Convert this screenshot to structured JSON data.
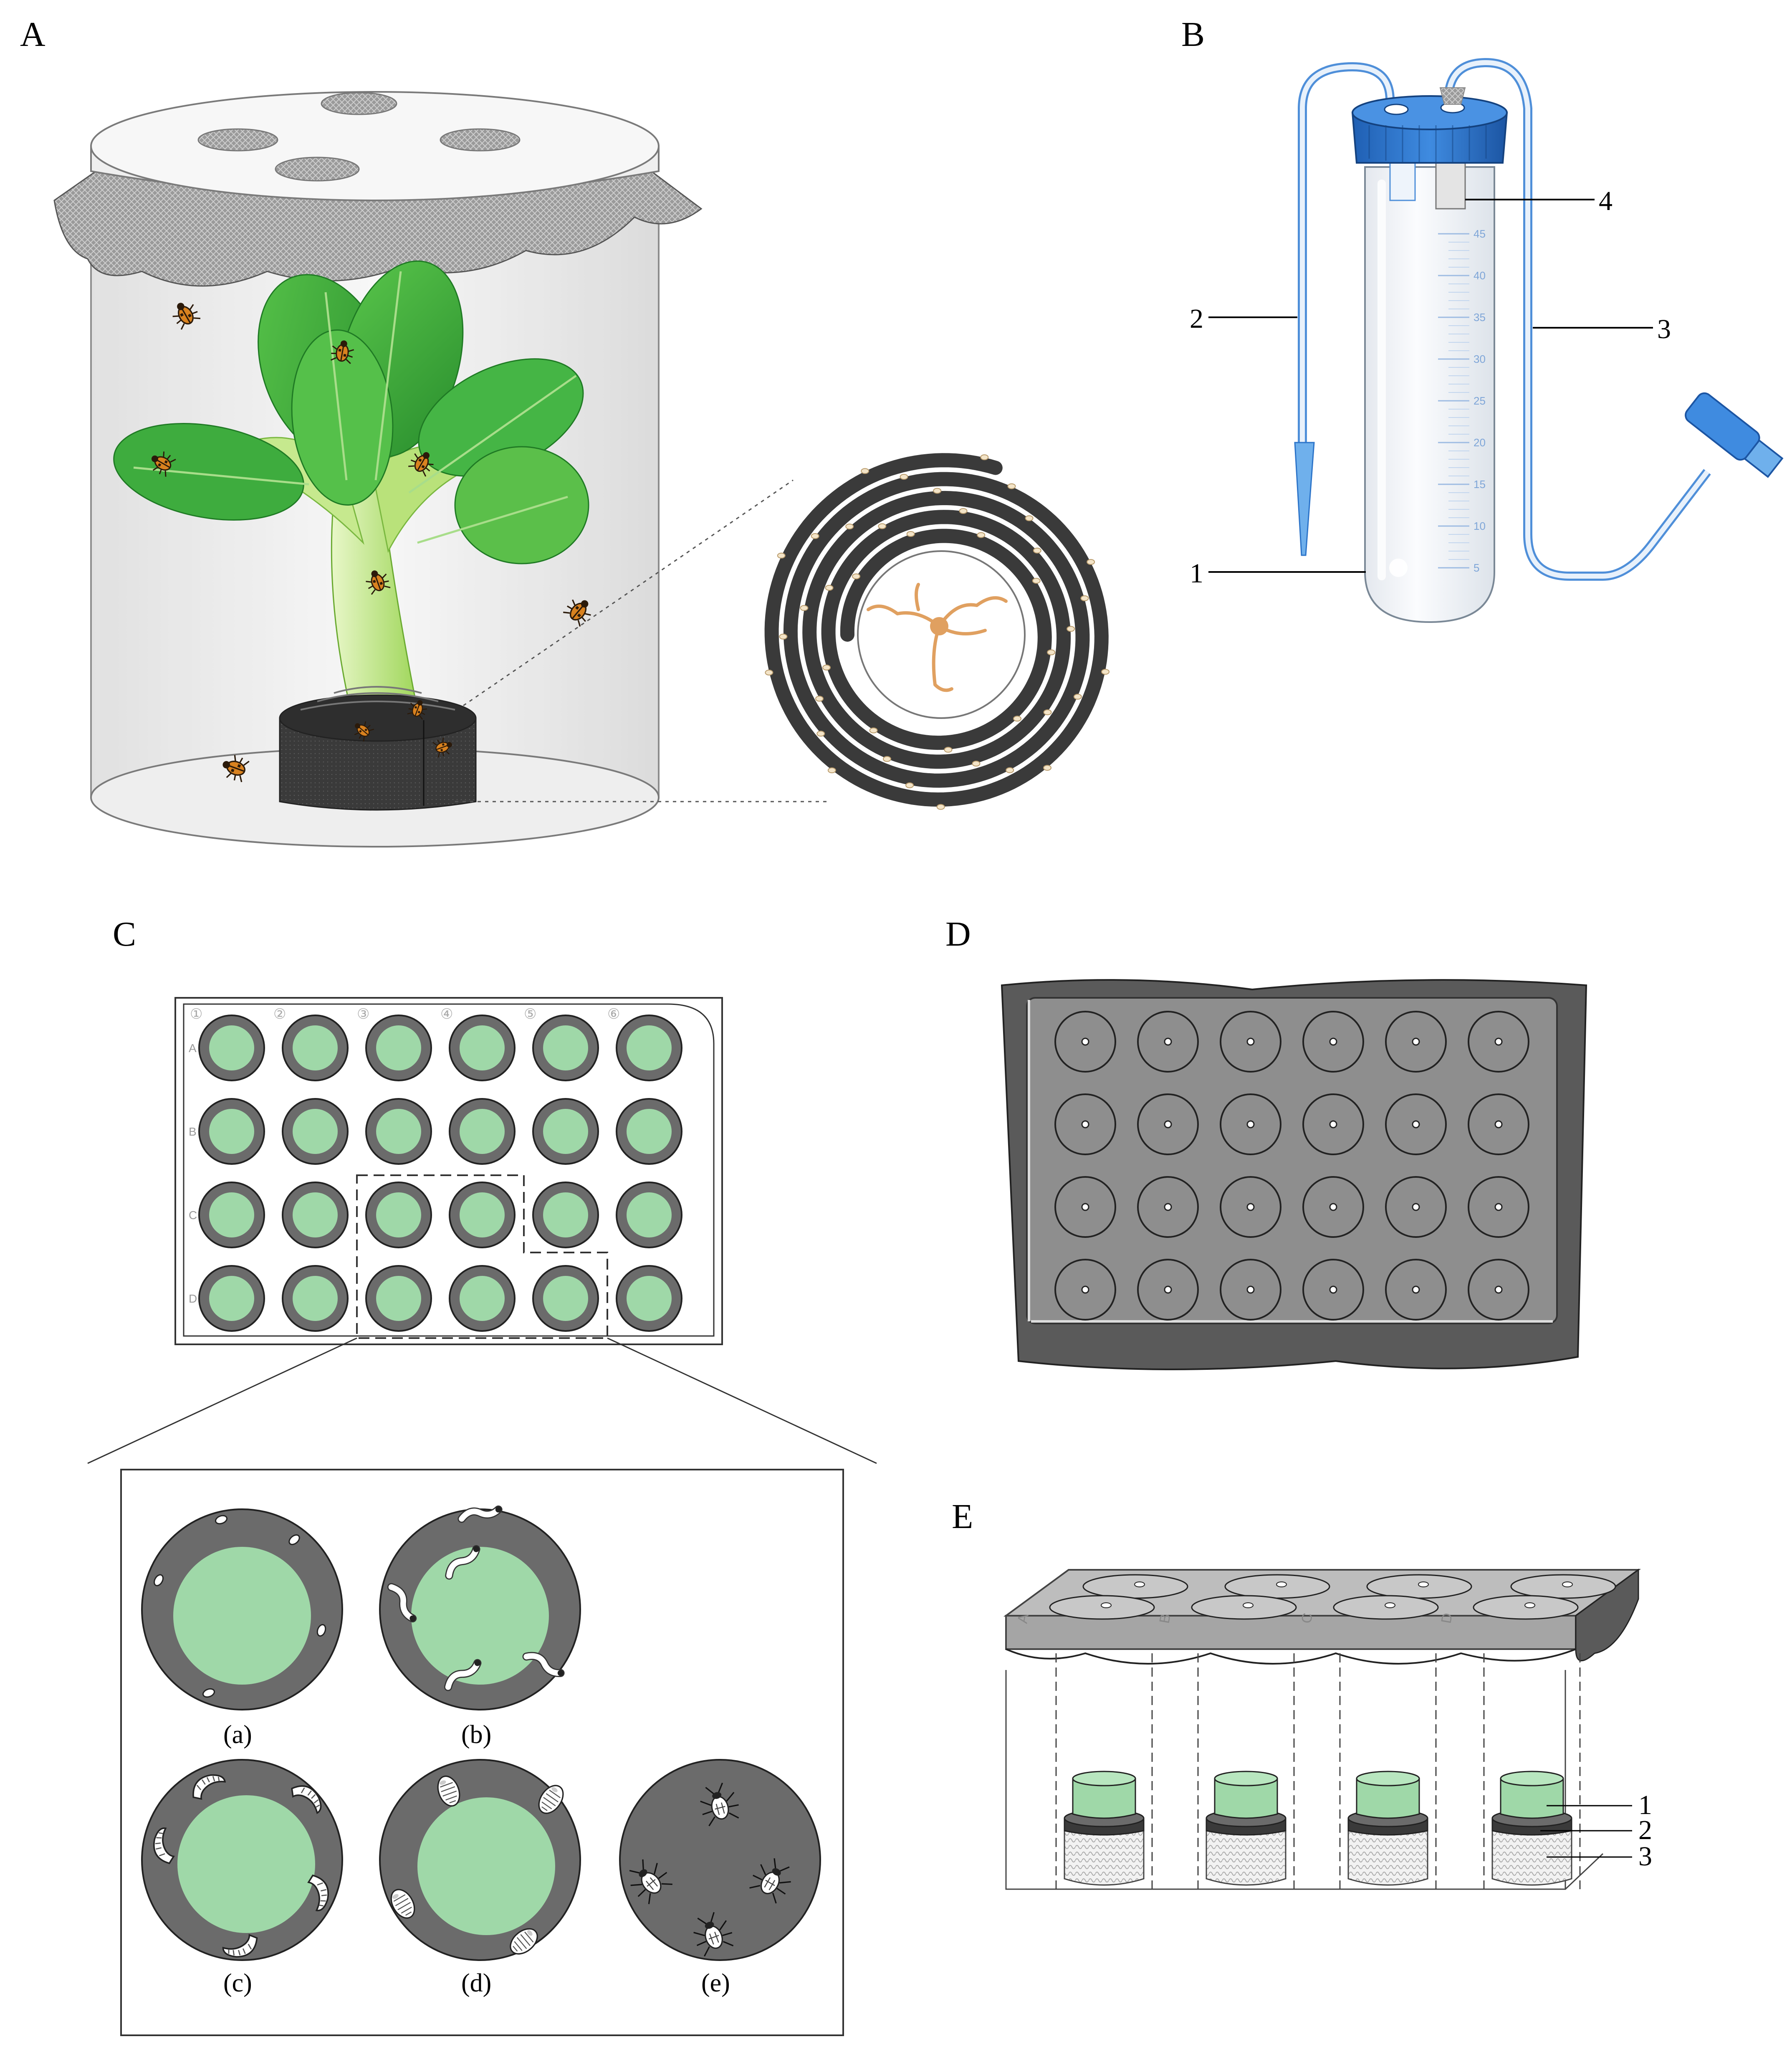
{
  "panels": {
    "a": "A",
    "b": "B",
    "c": "C",
    "d": "D",
    "e": "E"
  },
  "panel_b": {
    "callouts": [
      "1",
      "2",
      "3",
      "4"
    ],
    "graduations": [
      "45",
      "40",
      "35",
      "30",
      "25",
      "20",
      "15",
      "10",
      "5"
    ]
  },
  "panel_c": {
    "columns": [
      "①",
      "②",
      "③",
      "④",
      "⑤",
      "⑥"
    ],
    "rows": [
      "A",
      "B",
      "C",
      "D"
    ],
    "stages": [
      "(a)",
      "(b)",
      "(c)",
      "(d)",
      "(e)"
    ]
  },
  "panel_e": {
    "callouts": [
      "1",
      "2",
      "3"
    ],
    "slot_letters": [
      "A",
      "B",
      "C",
      "D"
    ]
  },
  "colors": {
    "leaf_green": "#3aa83a",
    "well_green": "#9fd8a8",
    "well_gray": "#6b6b6b",
    "cap_blue": "#2c74c9",
    "tube_blue": "#4f8fd9",
    "mat_dark": "#3a3a3a",
    "beetle_orange": "#d9821f"
  },
  "icons": {
    "beetle": "beetle-icon",
    "larva": "larva-icon",
    "pupa": "pupa-icon",
    "egg": "egg-icon",
    "root": "root-icon"
  }
}
